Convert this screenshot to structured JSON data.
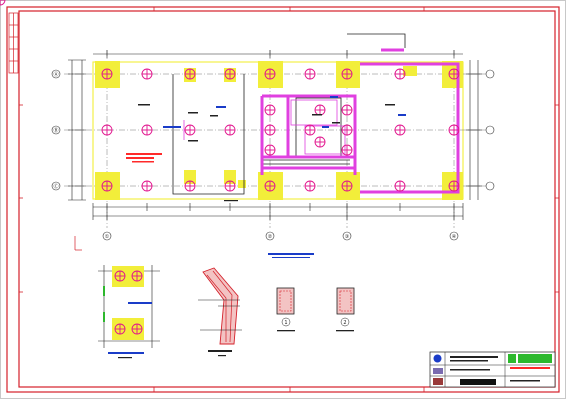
{
  "grid": {
    "columns": [
      "①",
      "②",
      "③",
      "④"
    ],
    "rows": [
      "Ⓐ",
      "Ⓑ",
      "Ⓒ"
    ]
  },
  "section_marks": [
    "1",
    "2"
  ],
  "colors": {
    "frame": "#d4202a",
    "pile_cap": "#f2ee3a",
    "pile": "#e1118c",
    "wall": "#e040e0",
    "dimension": "#222222",
    "note": "#1a3cc8",
    "highlight": "#ff2a2a"
  },
  "icons": [
    "pile-circle-icon",
    "north-arrow-icon",
    "section-marker-icon",
    "logo-icon"
  ]
}
